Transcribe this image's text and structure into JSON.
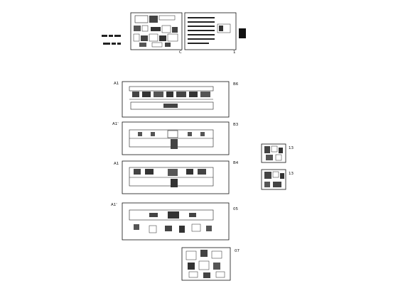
{
  "sheets": [
    {
      "id": "cover-sheet",
      "label": "C"
    },
    {
      "id": "notes-sheet",
      "label": "1"
    },
    {
      "id": "plan-sheet-1",
      "side_label": "A1",
      "label": "B6"
    },
    {
      "id": "plan-sheet-2",
      "side_label": "A1'",
      "label": "B3"
    },
    {
      "id": "plan-sheet-3",
      "side_label": "A1",
      "label": "B4"
    },
    {
      "id": "plan-sheet-4",
      "side_label": "A1'",
      "label": "05"
    },
    {
      "id": "detail-sheet",
      "label": "07"
    },
    {
      "id": "small-sheet-1",
      "label": "13"
    },
    {
      "id": "small-sheet-2",
      "label": "13"
    }
  ],
  "colors": {
    "line": "#111111",
    "fill": "#222222",
    "paper": "#ffffff"
  }
}
